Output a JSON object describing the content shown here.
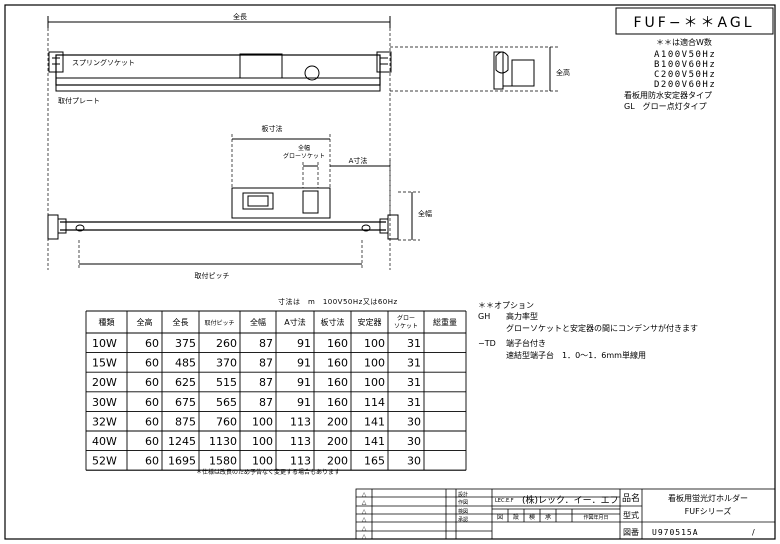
{
  "title_box": {
    "model": "FUF−＊＊AGL"
  },
  "variants": {
    "heading": "＊＊は適合W数",
    "lines": [
      "A100V50Hz",
      "B100V60Hz",
      "C200V50Hz",
      "D200V60Hz"
    ],
    "types": [
      "看板用防水安定器タイプ",
      "GL　グロー点灯タイプ"
    ]
  },
  "labels": {
    "total_length": "全長",
    "spring_socket": "スプリングソケット",
    "mount_plate": "取付プレート",
    "total_height_side": "全高",
    "board_dim": "板寸法",
    "total_width": "全幅",
    "glow_socket": "グローソケット",
    "a_dim": "A寸法",
    "total_width_right": "全幅",
    "mount_pitch": "取付ピッチ"
  },
  "table": {
    "note_top": "寸法は　m　100V50Hz又は60Hz",
    "headers": [
      "種類",
      "全高",
      "全長",
      "取付ピッチ",
      "全幅",
      "A寸法",
      "板寸法",
      "安定器",
      "グロー ソケット",
      "総重量"
    ],
    "rows": [
      [
        "10W",
        "60",
        "375",
        "260",
        "87",
        "91",
        "160",
        "100",
        "31",
        ""
      ],
      [
        "15W",
        "60",
        "485",
        "370",
        "87",
        "91",
        "160",
        "100",
        "31",
        ""
      ],
      [
        "20W",
        "60",
        "625",
        "515",
        "87",
        "91",
        "160",
        "100",
        "31",
        ""
      ],
      [
        "30W",
        "60",
        "675",
        "565",
        "87",
        "91",
        "160",
        "114",
        "31",
        ""
      ],
      [
        "32W",
        "60",
        "875",
        "760",
        "100",
        "113",
        "200",
        "141",
        "30",
        ""
      ],
      [
        "40W",
        "60",
        "1245",
        "1130",
        "100",
        "113",
        "200",
        "141",
        "30",
        ""
      ],
      [
        "52W",
        "60",
        "1695",
        "1580",
        "100",
        "113",
        "200",
        "165",
        "30",
        ""
      ]
    ],
    "note_bottom": "＊仕様は改良のため予告なく変更する場合もあります"
  },
  "options": {
    "heading": "＊＊オプション",
    "items": [
      {
        "code": "GH",
        "name": "高力率型",
        "desc": "グローソケットと安定器の間にコンデンサが付きます"
      },
      {
        "code": "−TD",
        "name": "端子台付き",
        "desc": "速結型端子台　1．0〜1．6mm単線用"
      }
    ]
  },
  "titleblock": {
    "rev_marks": [
      "△",
      "△",
      "△",
      "△",
      "△",
      "△"
    ],
    "checks": [
      "設計",
      "作図",
      "検図",
      "承認"
    ],
    "company": "(株)レック．イー．エフ",
    "company_label": "LEC.E.F",
    "name_label": "品名",
    "name_1": "看板用蛍光灯ホルダー",
    "name_2": "FUFシリーズ",
    "model_label": "型式",
    "drawing_label": "図番",
    "drawing_no": "U970515A",
    "sheet_label": "/",
    "stamp_labels": [
      "図",
      "設",
      "検",
      "承",
      "作図年月日"
    ]
  }
}
